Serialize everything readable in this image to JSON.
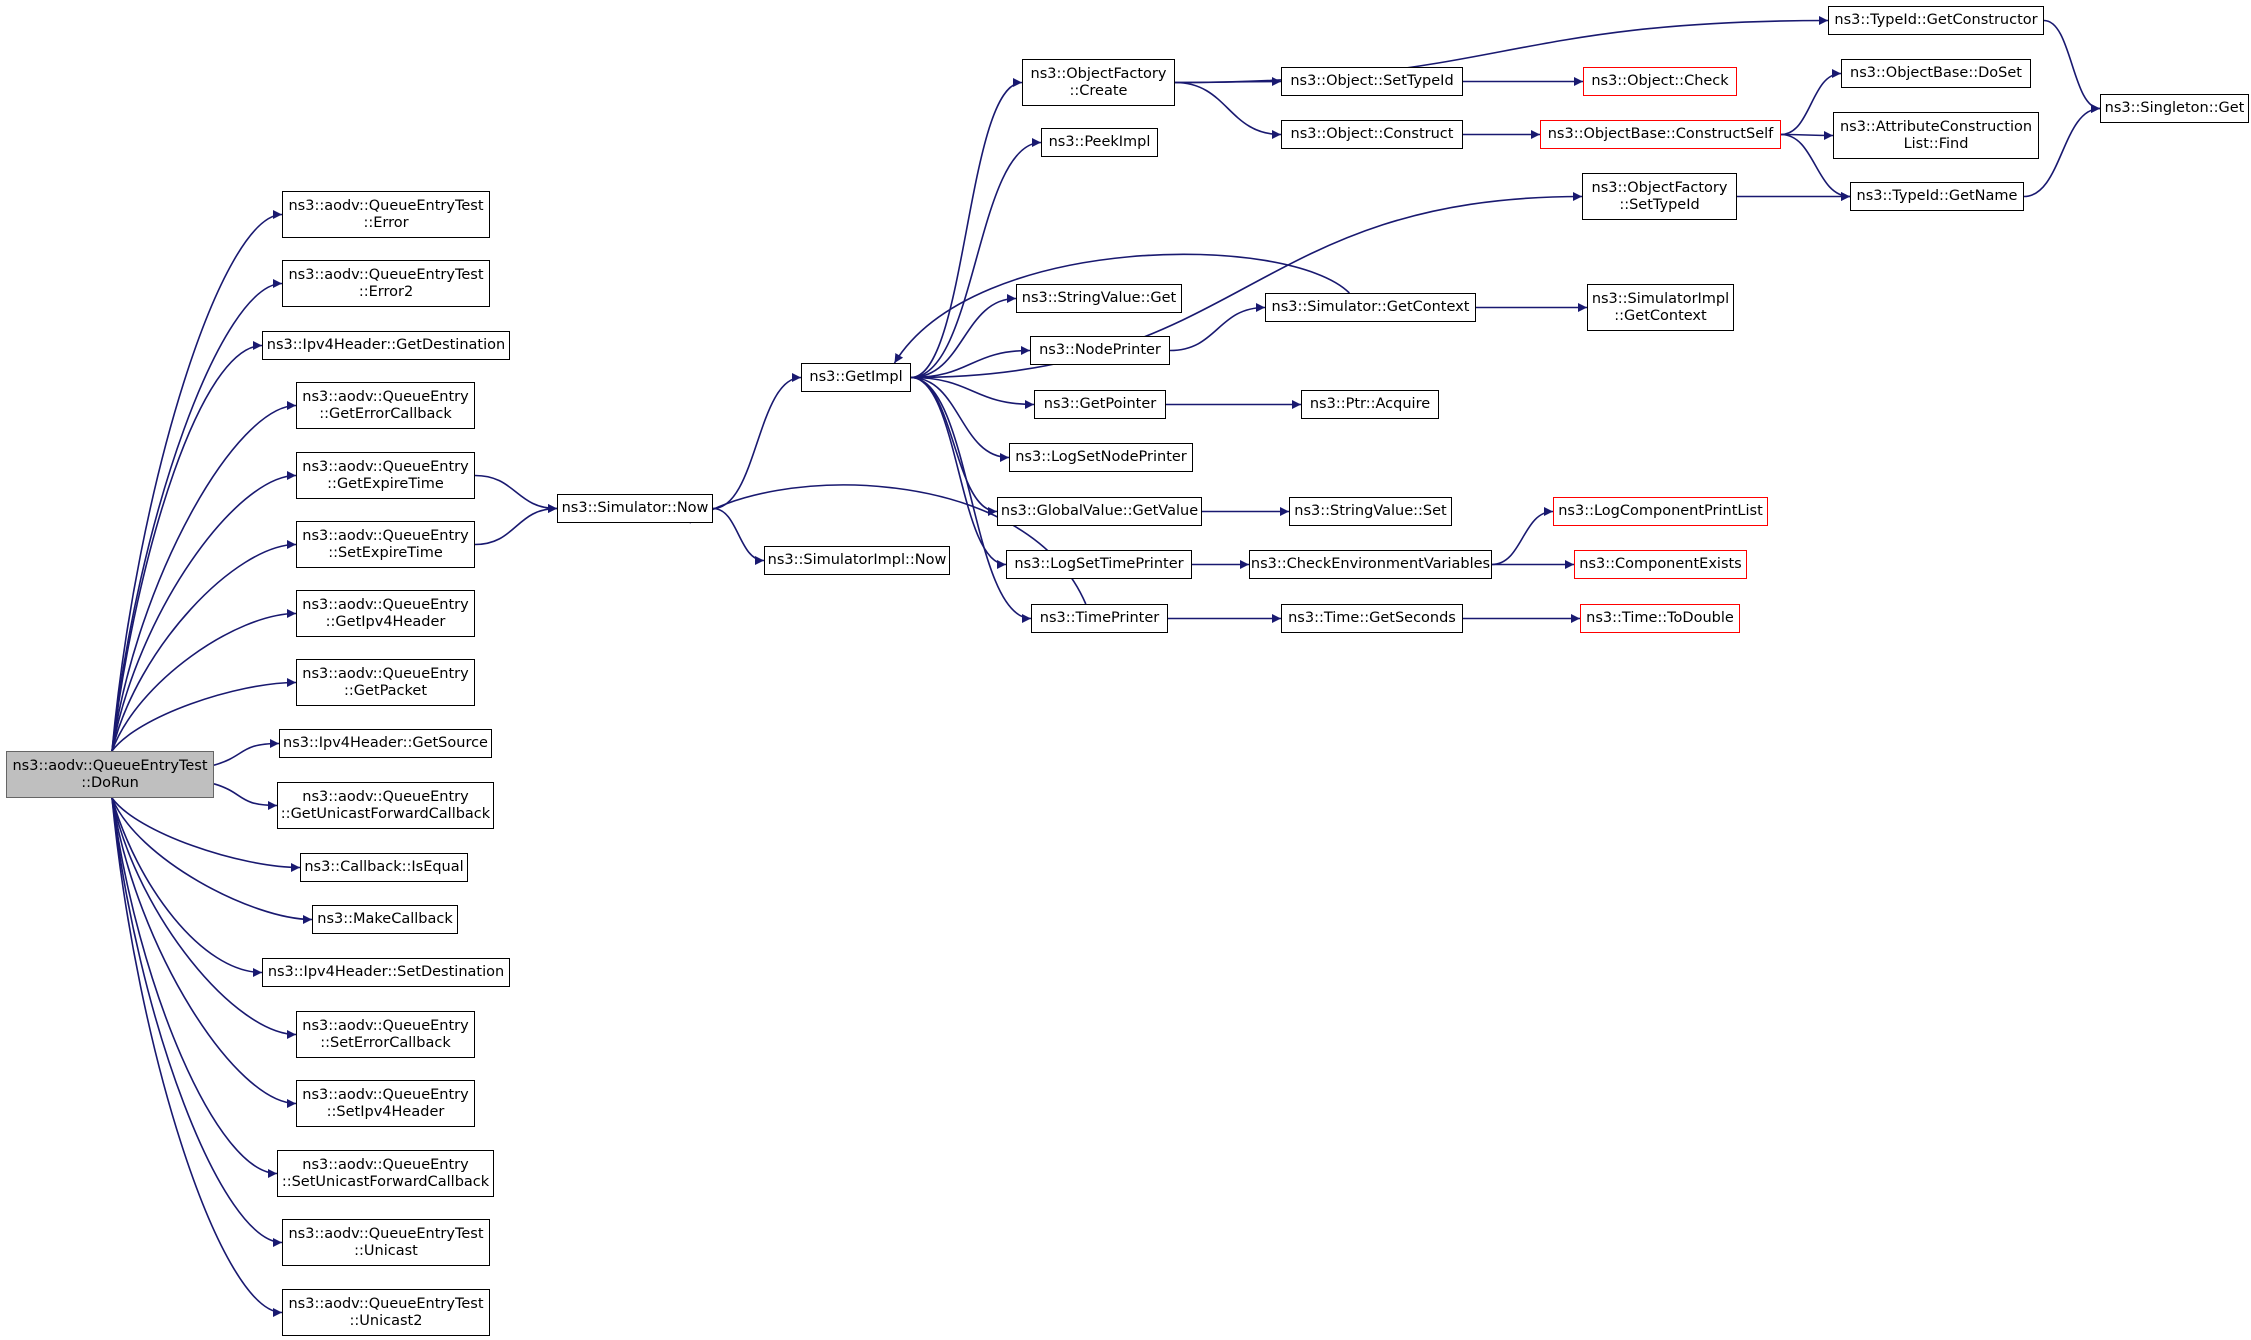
{
  "colors": {
    "edge": "#191970",
    "node_border": "#000000",
    "undocumented_border": "#ff0000",
    "root_fill": "#bfbfbf"
  },
  "nodes": [
    {
      "id": "doRun",
      "lines": [
        "ns3::aodv::QueueEntryTest",
        "::DoRun"
      ],
      "style": "root"
    },
    {
      "id": "qetError",
      "lines": [
        "ns3::aodv::QueueEntryTest",
        "::Error"
      ]
    },
    {
      "id": "qetError2",
      "lines": [
        "ns3::aodv::QueueEntryTest",
        "::Error2"
      ]
    },
    {
      "id": "ipv4GetDest",
      "lines": [
        "ns3::Ipv4Header::GetDestination"
      ]
    },
    {
      "id": "qeGetErrCb",
      "lines": [
        "ns3::aodv::QueueEntry",
        "::GetErrorCallback"
      ]
    },
    {
      "id": "qeGetExpire",
      "lines": [
        "ns3::aodv::QueueEntry",
        "::GetExpireTime"
      ]
    },
    {
      "id": "qeSetExpire",
      "lines": [
        "ns3::aodv::QueueEntry",
        "::SetExpireTime"
      ]
    },
    {
      "id": "qeGetIpv4",
      "lines": [
        "ns3::aodv::QueueEntry",
        "::GetIpv4Header"
      ]
    },
    {
      "id": "qeGetPacket",
      "lines": [
        "ns3::aodv::QueueEntry",
        "::GetPacket"
      ]
    },
    {
      "id": "ipv4GetSrc",
      "lines": [
        "ns3::Ipv4Header::GetSource"
      ]
    },
    {
      "id": "qeGetUcb",
      "lines": [
        "ns3::aodv::QueueEntry",
        "::GetUnicastForwardCallback"
      ]
    },
    {
      "id": "cbIsEqual",
      "lines": [
        "ns3::Callback::IsEqual"
      ]
    },
    {
      "id": "makeCb",
      "lines": [
        "ns3::MakeCallback"
      ]
    },
    {
      "id": "ipv4SetDest",
      "lines": [
        "ns3::Ipv4Header::SetDestination"
      ]
    },
    {
      "id": "qeSetErrCb",
      "lines": [
        "ns3::aodv::QueueEntry",
        "::SetErrorCallback"
      ]
    },
    {
      "id": "qeSetIpv4",
      "lines": [
        "ns3::aodv::QueueEntry",
        "::SetIpv4Header"
      ]
    },
    {
      "id": "qeSetUcb",
      "lines": [
        "ns3::aodv::QueueEntry",
        "::SetUnicastForwardCallback"
      ]
    },
    {
      "id": "qetUnicast",
      "lines": [
        "ns3::aodv::QueueEntryTest",
        "::Unicast"
      ]
    },
    {
      "id": "qetUnicast2",
      "lines": [
        "ns3::aodv::QueueEntryTest",
        "::Unicast2"
      ]
    },
    {
      "id": "simNow",
      "lines": [
        "ns3::Simulator::Now"
      ]
    },
    {
      "id": "simImplNow",
      "lines": [
        "ns3::SimulatorImpl::Now"
      ]
    },
    {
      "id": "getImpl",
      "lines": [
        "ns3::GetImpl"
      ]
    },
    {
      "id": "ofCreate",
      "lines": [
        "ns3::ObjectFactory",
        "::Create"
      ]
    },
    {
      "id": "peekImpl",
      "lines": [
        "ns3::PeekImpl"
      ]
    },
    {
      "id": "strValGet",
      "lines": [
        "ns3::StringValue::Get"
      ]
    },
    {
      "id": "nodePrinter",
      "lines": [
        "ns3::NodePrinter"
      ]
    },
    {
      "id": "getPointer",
      "lines": [
        "ns3::GetPointer"
      ]
    },
    {
      "id": "logSetNodePrinter",
      "lines": [
        "ns3::LogSetNodePrinter"
      ]
    },
    {
      "id": "gvGetValue",
      "lines": [
        "ns3::GlobalValue::GetValue"
      ]
    },
    {
      "id": "logSetTimePrinter",
      "lines": [
        "ns3::LogSetTimePrinter"
      ]
    },
    {
      "id": "timePrinter",
      "lines": [
        "ns3::TimePrinter"
      ]
    },
    {
      "id": "objSetTypeId",
      "lines": [
        "ns3::Object::SetTypeId"
      ]
    },
    {
      "id": "objConstruct",
      "lines": [
        "ns3::Object::Construct"
      ]
    },
    {
      "id": "simGetContext",
      "lines": [
        "ns3::Simulator::GetContext"
      ]
    },
    {
      "id": "ptrAcquire",
      "lines": [
        "ns3::Ptr::Acquire"
      ]
    },
    {
      "id": "strValSet",
      "lines": [
        "ns3::StringValue::Set"
      ]
    },
    {
      "id": "checkEnv",
      "lines": [
        "ns3::CheckEnvironmentVariables"
      ]
    },
    {
      "id": "timeGetSeconds",
      "lines": [
        "ns3::Time::GetSeconds"
      ]
    },
    {
      "id": "objCheck",
      "lines": [
        "ns3::Object::Check"
      ],
      "style": "red"
    },
    {
      "id": "obConstructSelf",
      "lines": [
        "ns3::ObjectBase::ConstructSelf"
      ],
      "style": "red"
    },
    {
      "id": "ofSetTypeId",
      "lines": [
        "ns3::ObjectFactory",
        "::SetTypeId"
      ]
    },
    {
      "id": "simImplGetContext",
      "lines": [
        "ns3::SimulatorImpl",
        "::GetContext"
      ]
    },
    {
      "id": "logCompPrintList",
      "lines": [
        "ns3::LogComponentPrintList"
      ],
      "style": "red"
    },
    {
      "id": "compExists",
      "lines": [
        "ns3::ComponentExists"
      ],
      "style": "red"
    },
    {
      "id": "timeToDouble",
      "lines": [
        "ns3::Time::ToDouble"
      ],
      "style": "red"
    },
    {
      "id": "typeIdGetCtor",
      "lines": [
        "ns3::TypeId::GetConstructor"
      ]
    },
    {
      "id": "obDoSet",
      "lines": [
        "ns3::ObjectBase::DoSet"
      ]
    },
    {
      "id": "acListFind",
      "lines": [
        "ns3::AttributeConstruction",
        "List::Find"
      ]
    },
    {
      "id": "typeIdGetName",
      "lines": [
        "ns3::TypeId::GetName"
      ]
    },
    {
      "id": "singletonGet",
      "lines": [
        "ns3::Singleton::Get"
      ]
    }
  ],
  "edges": [
    [
      "doRun",
      "qetError"
    ],
    [
      "doRun",
      "qetError2"
    ],
    [
      "doRun",
      "ipv4GetDest"
    ],
    [
      "doRun",
      "qeGetErrCb"
    ],
    [
      "doRun",
      "qeGetExpire"
    ],
    [
      "doRun",
      "qeSetExpire"
    ],
    [
      "doRun",
      "qeGetIpv4"
    ],
    [
      "doRun",
      "qeGetPacket"
    ],
    [
      "doRun",
      "ipv4GetSrc"
    ],
    [
      "doRun",
      "qeGetUcb"
    ],
    [
      "doRun",
      "cbIsEqual"
    ],
    [
      "doRun",
      "makeCb"
    ],
    [
      "doRun",
      "ipv4SetDest"
    ],
    [
      "doRun",
      "qeSetErrCb"
    ],
    [
      "doRun",
      "qeSetIpv4"
    ],
    [
      "doRun",
      "qeSetUcb"
    ],
    [
      "doRun",
      "qetUnicast"
    ],
    [
      "doRun",
      "qetUnicast2"
    ],
    [
      "qeGetExpire",
      "simNow"
    ],
    [
      "qeSetExpire",
      "simNow"
    ],
    [
      "simNow",
      "getImpl"
    ],
    [
      "simNow",
      "simImplNow"
    ],
    [
      "getImpl",
      "ofCreate"
    ],
    [
      "getImpl",
      "peekImpl"
    ],
    [
      "getImpl",
      "ofSetTypeId"
    ],
    [
      "getImpl",
      "strValGet"
    ],
    [
      "getImpl",
      "nodePrinter"
    ],
    [
      "getImpl",
      "getPointer"
    ],
    [
      "getImpl",
      "logSetNodePrinter"
    ],
    [
      "getImpl",
      "gvGetValue"
    ],
    [
      "getImpl",
      "logSetTimePrinter"
    ],
    [
      "getImpl",
      "timePrinter"
    ],
    [
      "ofCreate",
      "typeIdGetCtor"
    ],
    [
      "ofCreate",
      "objSetTypeId"
    ],
    [
      "ofCreate",
      "objConstruct"
    ],
    [
      "objSetTypeId",
      "objCheck"
    ],
    [
      "objConstruct",
      "obConstructSelf"
    ],
    [
      "obConstructSelf",
      "obDoSet"
    ],
    [
      "obConstructSelf",
      "acListFind"
    ],
    [
      "obConstructSelf",
      "typeIdGetName"
    ],
    [
      "ofSetTypeId",
      "typeIdGetName"
    ],
    [
      "typeIdGetCtor",
      "singletonGet"
    ],
    [
      "typeIdGetName",
      "singletonGet"
    ],
    [
      "simGetContext",
      "getImpl"
    ],
    [
      "simGetContext",
      "simImplGetContext"
    ],
    [
      "nodePrinter",
      "simGetContext"
    ],
    [
      "getPointer",
      "ptrAcquire"
    ],
    [
      "gvGetValue",
      "strValSet"
    ],
    [
      "logSetTimePrinter",
      "checkEnv"
    ],
    [
      "checkEnv",
      "logCompPrintList"
    ],
    [
      "checkEnv",
      "compExists"
    ],
    [
      "timePrinter",
      "simNow"
    ],
    [
      "timePrinter",
      "timeGetSeconds"
    ],
    [
      "timeGetSeconds",
      "timeToDouble"
    ]
  ]
}
